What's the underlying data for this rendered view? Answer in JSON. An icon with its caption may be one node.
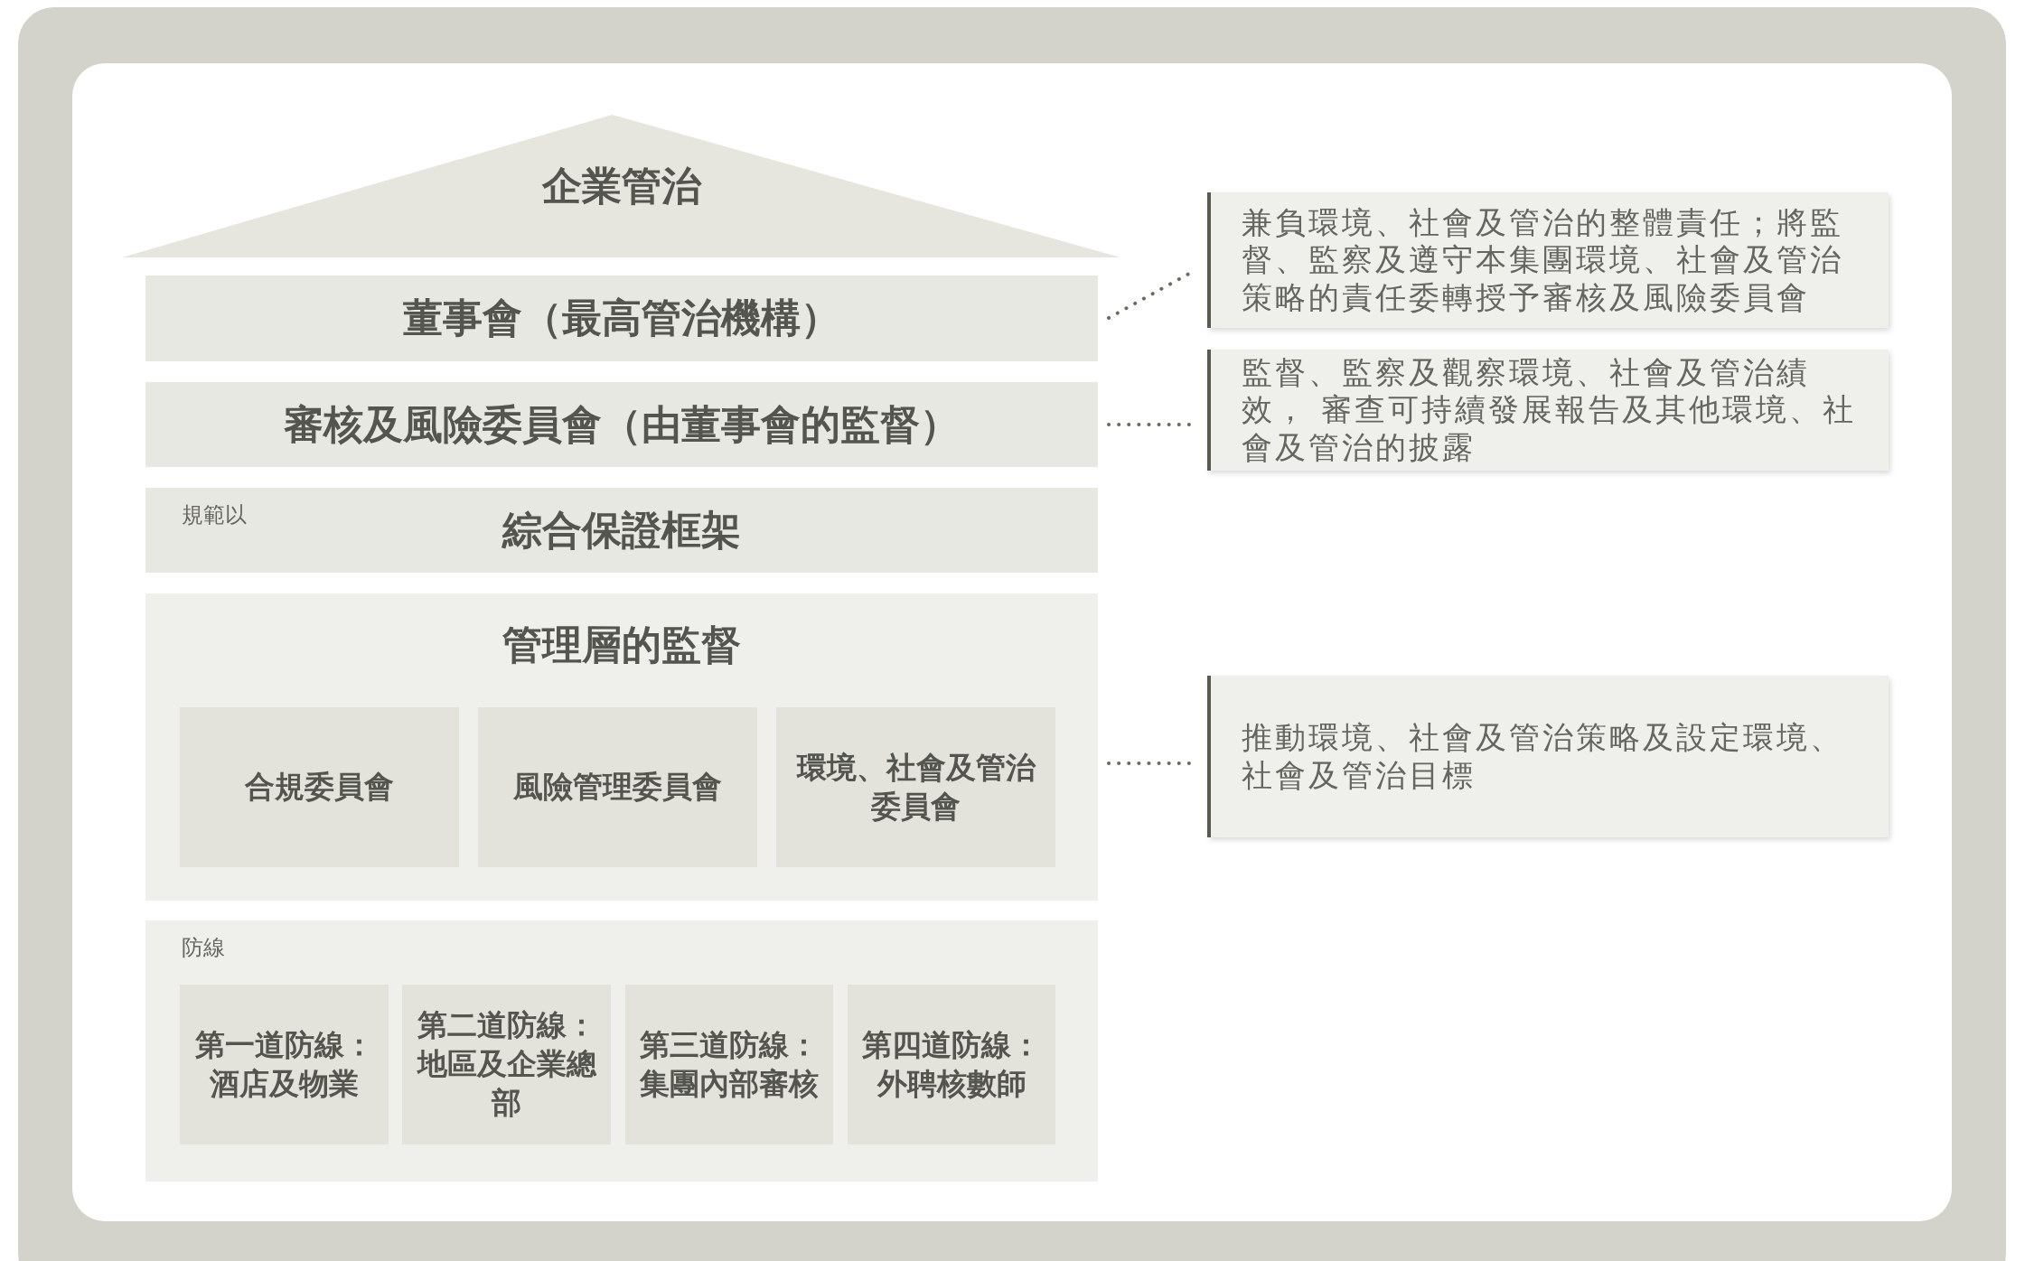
{
  "diagram": {
    "nodes": [
      {
        "text": [
          "企業管治"
        ]
      },
      {
        "text": [
          "董事會（最高管治機構）"
        ]
      },
      {
        "text": [
          "審核及風險委員會（由董事會的監督）"
        ]
      },
      {
        "text": [
          "規範以",
          "綜合保證框架"
        ]
      },
      {
        "text": [
          "管理層的監督"
        ]
      },
      {
        "text": [
          "合規委員會"
        ],
        "in": 4
      },
      {
        "text": [
          "風險管理委員會"
        ],
        "in": 4
      },
      {
        "text": [
          "環境、社會及管治委員會"
        ],
        "in": 4
      },
      {
        "text": [
          "防線"
        ]
      },
      {
        "text": [
          "第一道防線：酒店及物業"
        ],
        "in": 8
      },
      {
        "text": [
          "第二道防線：地區及企業總部"
        ],
        "in": 8
      },
      {
        "text": [
          "第三道防線：集團內部審核"
        ],
        "in": 8
      },
      {
        "text": [
          "第四道防線：外聘核數師"
        ],
        "in": 8
      },
      {
        "text": [
          "兼負環境、社會及管治的整體責任；將監督、監察及遵守本集團環境、社會及管治策略的責任委轉授予審核及風險委員會"
        ]
      },
      {
        "text": [
          "監督、監察及觀察環境、社會及管治績效， 審查可持續發展報告及其他環境、社會及管治的披露"
        ]
      },
      {
        "text": [
          "推動環境、社會及管治策略及設定環境、社會及管治目標"
        ]
      }
    ],
    "edges": [
      {
        "from": 1,
        "to": 13,
        "arrow": "none",
        "style": "dashed"
      },
      {
        "from": 2,
        "to": 14,
        "arrow": "none",
        "style": "dashed"
      },
      {
        "from": 4,
        "to": 15,
        "arrow": "none",
        "style": "dashed"
      }
    ]
  }
}
